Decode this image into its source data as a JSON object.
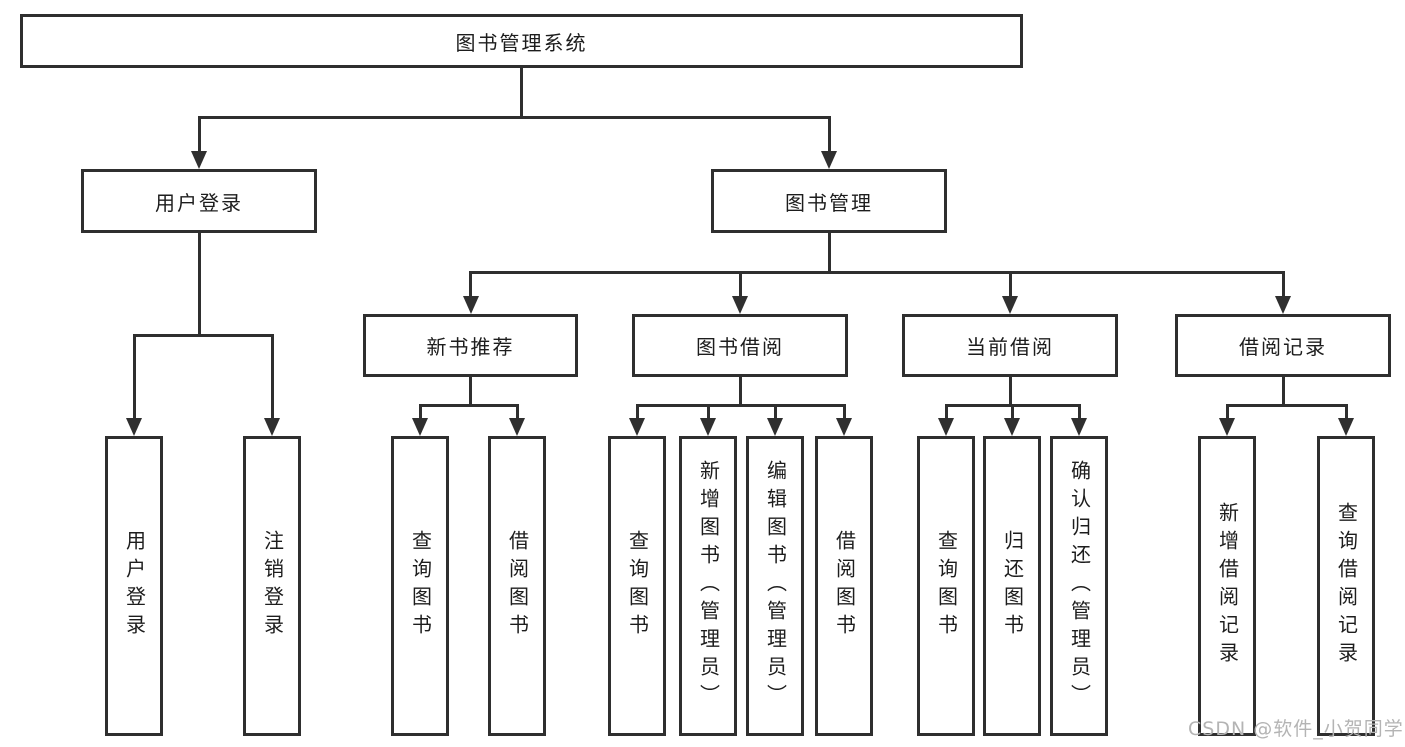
{
  "diagram": {
    "root": "图书管理系统",
    "branches": {
      "user": {
        "label": "用户登录",
        "children": [
          "用户登录",
          "注销登录"
        ]
      },
      "books": {
        "label": "图书管理",
        "sections": [
          {
            "label": "新书推荐",
            "children": [
              "查询图书",
              "借阅图书"
            ]
          },
          {
            "label": "图书借阅",
            "children": [
              "查询图书",
              "新增图书（管理员）",
              "编辑图书（管理员）",
              "借阅图书"
            ]
          },
          {
            "label": "当前借阅",
            "children": [
              "查询图书",
              "归还图书",
              "确认归还（管理员）"
            ]
          },
          {
            "label": "借阅记录",
            "children": [
              "新增借阅记录",
              "查询借阅记录"
            ]
          }
        ]
      }
    }
  },
  "watermark": "CSDN @软件_小贺同学",
  "colors": {
    "background": "#ffffff",
    "line": "#2f2f2f",
    "box_border": "#2f2f2f",
    "text": "#1d1d1d",
    "watermark": "#b4b4b4"
  }
}
